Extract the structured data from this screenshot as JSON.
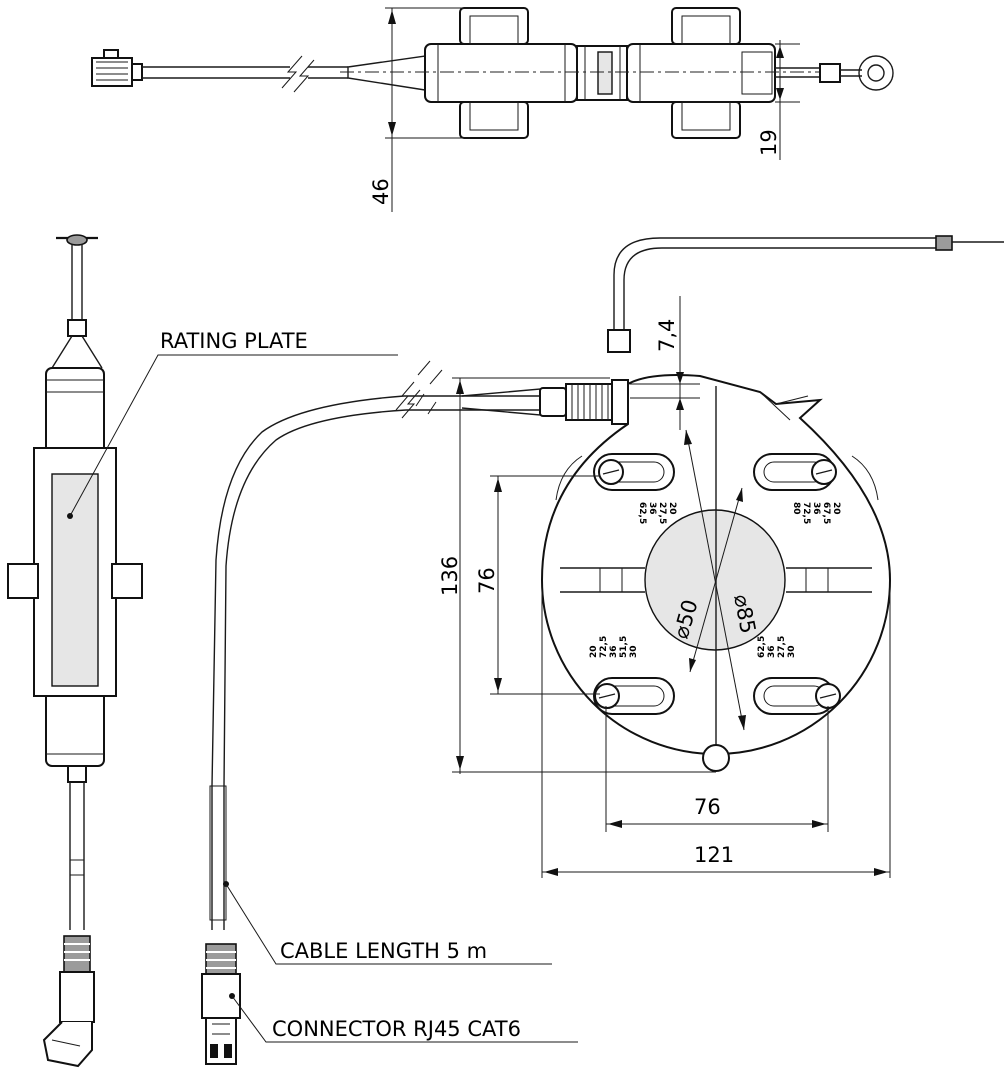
{
  "labels": {
    "rating_plate": "RATING PLATE",
    "cable_length": "CABLE LENGTH 5 m",
    "connector": "CONNECTOR RJ45 CAT6"
  },
  "dimensions": {
    "top_height": "46",
    "top_width": "19",
    "cable_offset": "7,4",
    "total_height": "136",
    "hole_spacing_v": "76",
    "hole_spacing_h": "76",
    "total_width": "121",
    "inner_diameter": "⌀50",
    "outer_diameter": "⌀85"
  },
  "range_markings": {
    "top_left": [
      "62,5",
      "36",
      "27,5",
      "20"
    ],
    "top_right": [
      "80",
      "72,5",
      "36",
      "67,5",
      "20"
    ],
    "bottom_left": [
      "30",
      "51,5",
      "36",
      "72,5",
      "20"
    ],
    "bottom_right": [
      "30",
      "27,5",
      "36",
      "62,5"
    ]
  }
}
